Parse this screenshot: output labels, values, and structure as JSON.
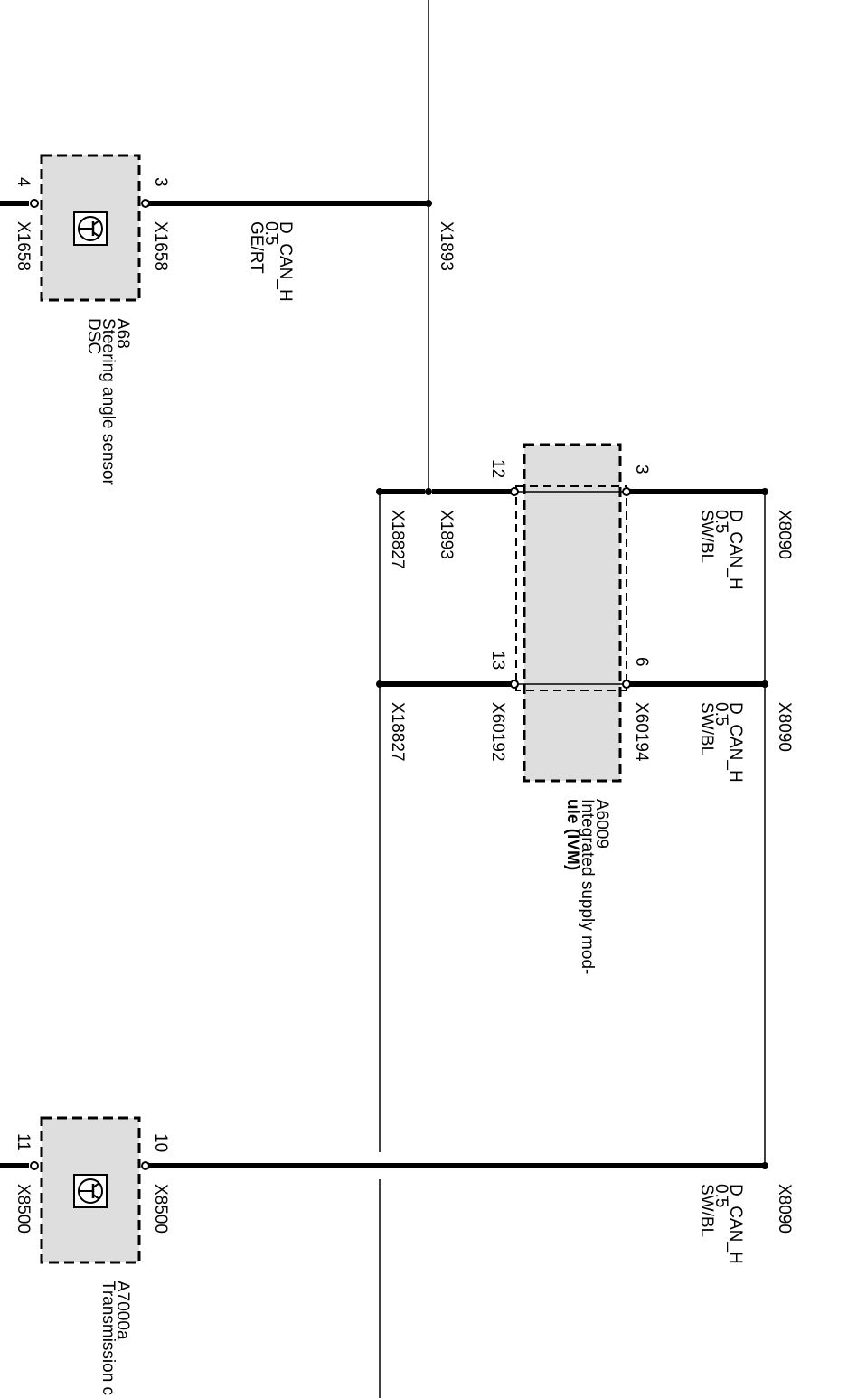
{
  "components": {
    "a68": {
      "ref": "A68",
      "name_line1": "Steering angle sensor",
      "name_line2": "DSC",
      "icon": "transistor-symbol-icon",
      "pin_left": "3",
      "pin_right": "4",
      "connector_left": "X1658",
      "connector_right": "X1658"
    },
    "a6009": {
      "ref": "A6009",
      "name_line1": "Integrated supply mod-",
      "name_line2": "ule (IVM)",
      "pin_top_upper": "3",
      "pin_top_lower": "6",
      "pin_bottom_upper": "12",
      "pin_bottom_lower": "13",
      "connector_top_lower": "X60194",
      "connector_bottom_lower": "X60192"
    },
    "a7000a": {
      "ref": "A7000a",
      "name_line1": "Transmission c",
      "icon": "transistor-symbol-icon",
      "pin_left": "10",
      "pin_right": "11",
      "connector_left": "X8500",
      "connector_right": "X8500"
    }
  },
  "wires": {
    "w1": {
      "signal": "D_CAN_H",
      "gauge": "0.5",
      "color": "GE/RT"
    },
    "w2": {
      "signal": "D_CAN_H",
      "gauge": "0.5",
      "color": "SW/BL"
    },
    "w3": {
      "signal": "D_CAN_H",
      "gauge": "0.5",
      "color": "SW/BL"
    },
    "w4": {
      "signal": "D_CAN_H",
      "gauge": "0.5",
      "color": "SW/BL"
    }
  },
  "splices": {
    "x1893_a": "X1893",
    "x1893_b": "X1893",
    "x18827_a": "X18827",
    "x18827_b": "X18827",
    "x8090_a": "X8090",
    "x8090_b": "X8090",
    "x8090_c": "X8090"
  }
}
